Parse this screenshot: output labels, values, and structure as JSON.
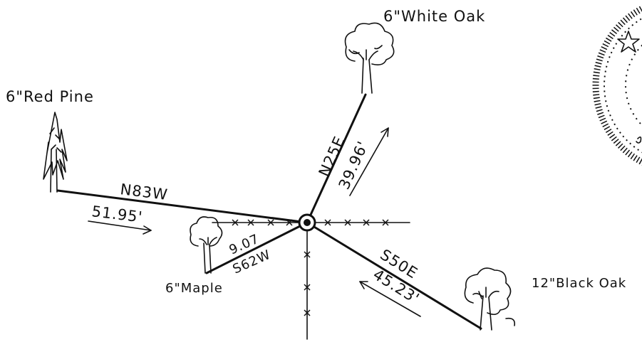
{
  "trees": {
    "white_oak": "6\"White Oak",
    "red_pine": "6\"Red Pine",
    "maple": "6\"Maple",
    "black_oak": "12\"Black Oak"
  },
  "bearings": {
    "white_oak": {
      "bearing": "N25E",
      "distance": "39.96'"
    },
    "red_pine": {
      "bearing": "N83W",
      "distance": "51.95'"
    },
    "maple": {
      "bearing": "S62W",
      "distance": "9.07"
    },
    "black_oak": {
      "bearing": "S50E",
      "distance": "45.23'"
    }
  },
  "icons": [
    "tree-icon",
    "pine-tree-icon",
    "survey-point-icon",
    "compass-rose-icon",
    "star-icon",
    "arrow-icon"
  ]
}
